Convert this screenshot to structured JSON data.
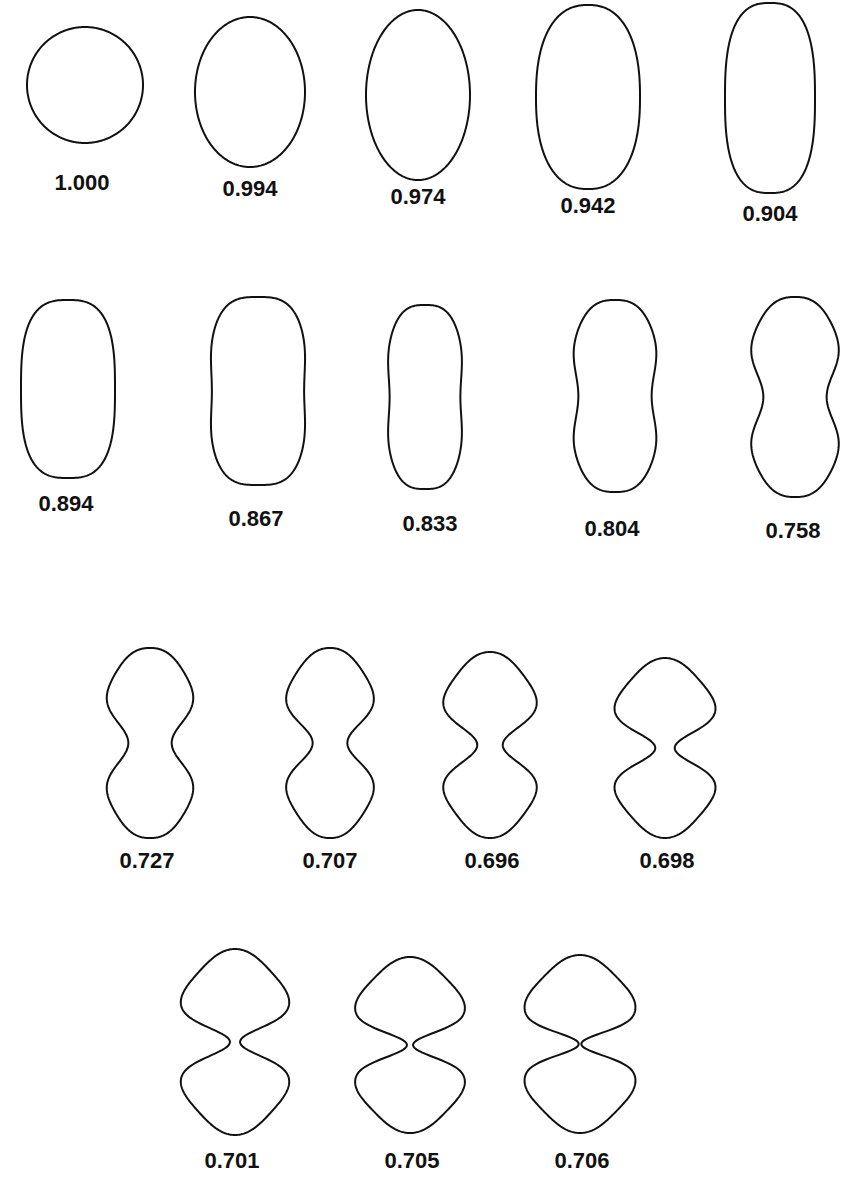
{
  "diagram": {
    "labels": [
      "1.000",
      "0.994",
      "0.974",
      "0.942",
      "0.904",
      "0.894",
      "0.867",
      "0.833",
      "0.804",
      "0.758",
      "0.727",
      "0.707",
      "0.696",
      "0.698",
      "0.701",
      "0.705",
      "0.706"
    ]
  }
}
